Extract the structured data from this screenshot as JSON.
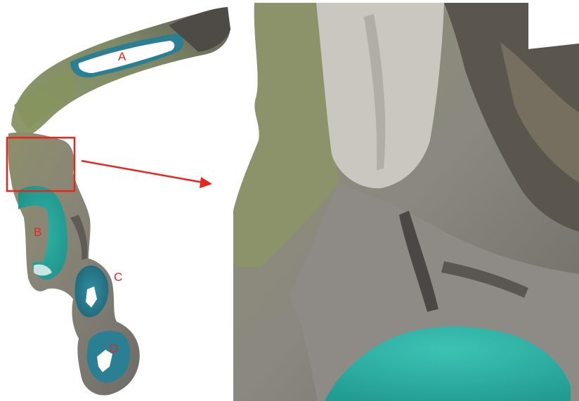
{
  "figure": {
    "lakes": [
      {
        "id": "a",
        "label": "A"
      },
      {
        "id": "b",
        "label": "B"
      },
      {
        "id": "c",
        "label": "C"
      },
      {
        "id": "d",
        "label": "D"
      }
    ],
    "colors": {
      "annotation": "#e8261e",
      "lake_water": "#2a8f92",
      "turquoise_lake": "#33b3a6",
      "terrain_green": "#7f8a5a",
      "terrain_gray": "#8f8a80",
      "debris_light": "#c9c7c0"
    }
  }
}
